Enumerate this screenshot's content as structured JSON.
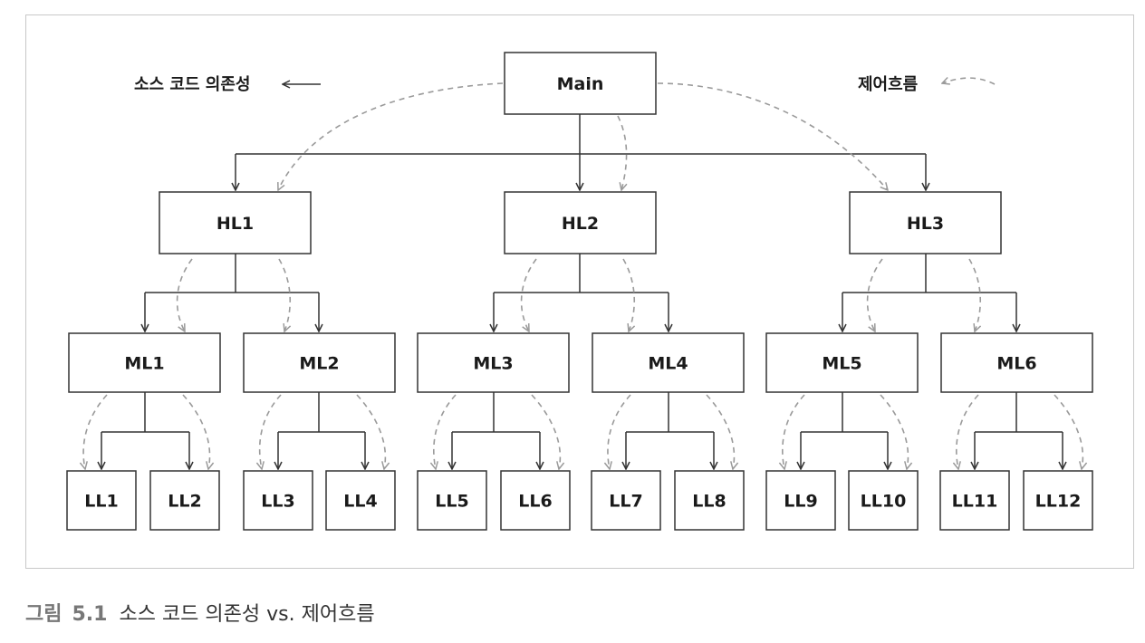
{
  "legend": {
    "dependency_label": "소스 코드 의존성",
    "flow_label": "제어흐름"
  },
  "nodes": {
    "main": "Main",
    "high": [
      "HL1",
      "HL2",
      "HL3"
    ],
    "mid": [
      "ML1",
      "ML2",
      "ML3",
      "ML4",
      "ML5",
      "ML6"
    ],
    "low": [
      "LL1",
      "LL2",
      "LL3",
      "LL4",
      "LL5",
      "LL6",
      "LL7",
      "LL8",
      "LL9",
      "LL10",
      "LL11",
      "LL12"
    ]
  },
  "caption": {
    "label": "그림",
    "number": "5.1",
    "text": "소스 코드 의존성 vs. 제어흐름"
  }
}
